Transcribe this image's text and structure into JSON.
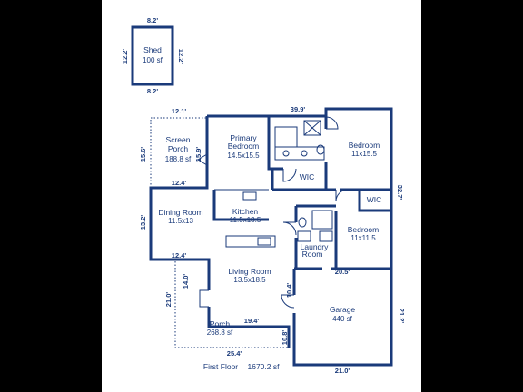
{
  "shed": {
    "name": "Shed",
    "area": "100 sf",
    "dim_top": "8.2'",
    "dim_bottom": "8.2'",
    "dim_left": "12.2'",
    "dim_right": "12.2'"
  },
  "rooms": {
    "screen_porch": {
      "name_1": "Screen",
      "name_2": "Porch",
      "area": "188.8 sf"
    },
    "primary_bedroom": {
      "name_1": "Primary",
      "name_2": "Bedroom",
      "size": "14.5x15.5"
    },
    "bedroom_1": {
      "name": "Bedroom",
      "size": "11x15.5"
    },
    "wic_1": {
      "name": "WIC"
    },
    "wic_2": {
      "name": "WIC"
    },
    "dining_room": {
      "name": "Dining Room",
      "size": "11.5x13"
    },
    "kitchen": {
      "name": "Kitchen",
      "size": "11.5x13.5"
    },
    "bedroom_2": {
      "name": "Bedroom",
      "size": "11x11.5"
    },
    "laundry": {
      "name_1": "Laundry",
      "name_2": "Room"
    },
    "living_room": {
      "name": "Living Room",
      "size": "13.5x18.5"
    },
    "garage": {
      "name": "Garage",
      "area": "440 sf"
    },
    "porch": {
      "name": "Porch",
      "area": "268.8 sf"
    }
  },
  "dims": {
    "d_12_1": "12.1'",
    "d_39_9": "39.9'",
    "d_15_6": "15.6'",
    "d_15_9": "15.9'",
    "d_12_4_top": "12.4'",
    "d_32_7": "32.7'",
    "d_13_2": "13.2'",
    "d_12_4_bottom": "12.4'",
    "d_20_5": "20.5'",
    "d_14_0": "14.0'",
    "d_21_0_left": "21.0'",
    "d_10_4": "10.4'",
    "d_21_2": "21.2'",
    "d_19_4": "19.4'",
    "d_10_8": "10.8'",
    "d_25_4": "25.4'",
    "d_21_0_bottom": "21.0'"
  },
  "footer": {
    "floor": "First Floor",
    "total": "1670.2 sf"
  },
  "colors": {
    "line": "#1a3a7a",
    "background": "#000000",
    "sheet": "#ffffff"
  }
}
